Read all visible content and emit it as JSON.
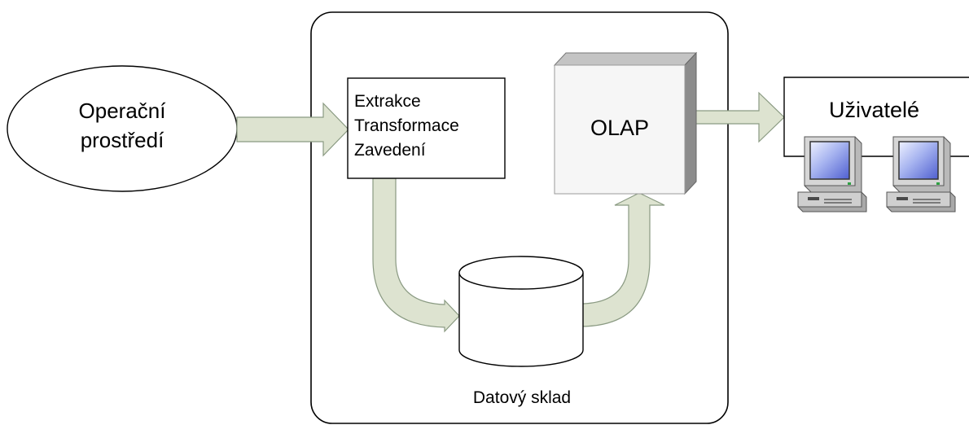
{
  "source": {
    "line1": "Operační",
    "line2": "prostředí"
  },
  "etl": {
    "line1": "Extrakce",
    "line2": "Transformace",
    "line3": "Zavedení"
  },
  "olap": {
    "label": "OLAP"
  },
  "warehouse": {
    "label": "Datový sklad"
  },
  "users": {
    "label": "Uživatelé",
    "devices": [
      "computer-icon",
      "computer-icon"
    ]
  },
  "colors": {
    "arrow_fill": "#dde3d0",
    "arrow_stroke": "#8a9a82",
    "outline": "#000000",
    "cube_front": "#f6f6f6",
    "cube_side": "#8c8c8c",
    "cube_top": "#c4c4c4",
    "screen": "#a7b4f0"
  }
}
